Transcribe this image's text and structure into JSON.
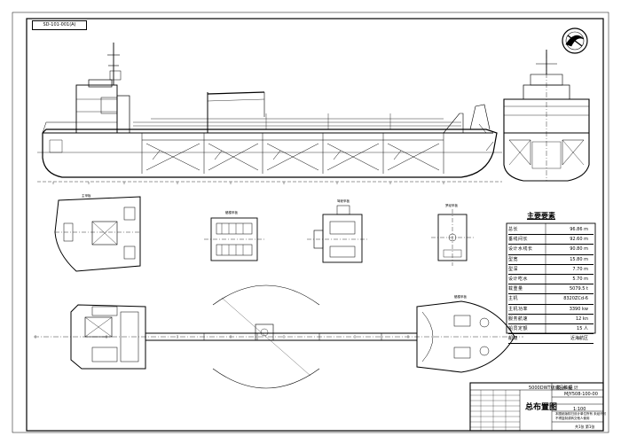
{
  "drawing_code": "SD-101-001(A)",
  "specs": {
    "heading": "主要要素",
    "rows": [
      {
        "name": "总长",
        "value": "96.86 m"
      },
      {
        "name": "垂线间长",
        "value": "92.60 m"
      },
      {
        "name": "设计水线长",
        "value": "90.80 m"
      },
      {
        "name": "型宽",
        "value": "15.80 m"
      },
      {
        "name": "型深",
        "value": "7.70 m"
      },
      {
        "name": "设计吃水",
        "value": "5.70 m"
      },
      {
        "name": "载重量",
        "value": "5079.5 t"
      },
      {
        "name": "主机",
        "value": "8320ZCd-6"
      },
      {
        "name": "主机功率",
        "value": "3390 kw"
      },
      {
        "name": "服务航速",
        "value": "12 kn"
      },
      {
        "name": "船员定额",
        "value": "15 人"
      },
      {
        "name": "船级",
        "value": "近海航区"
      }
    ]
  },
  "title_block": {
    "company": "5000DWT级成品油船",
    "department": "技 术 设 计",
    "title": "总布置图",
    "drawing_number": "MJY508-100-00",
    "scale": "1:100",
    "note1": "本图纸版权归设计单位所有 未经许可",
    "note2": "不得复制或转交他人使用",
    "sheet": "共1张 第1张"
  },
  "view_captions": [
    "主甲板",
    "艏楼甲板",
    "驾驶甲板",
    "罗经甲板",
    "艏楼甲板"
  ]
}
